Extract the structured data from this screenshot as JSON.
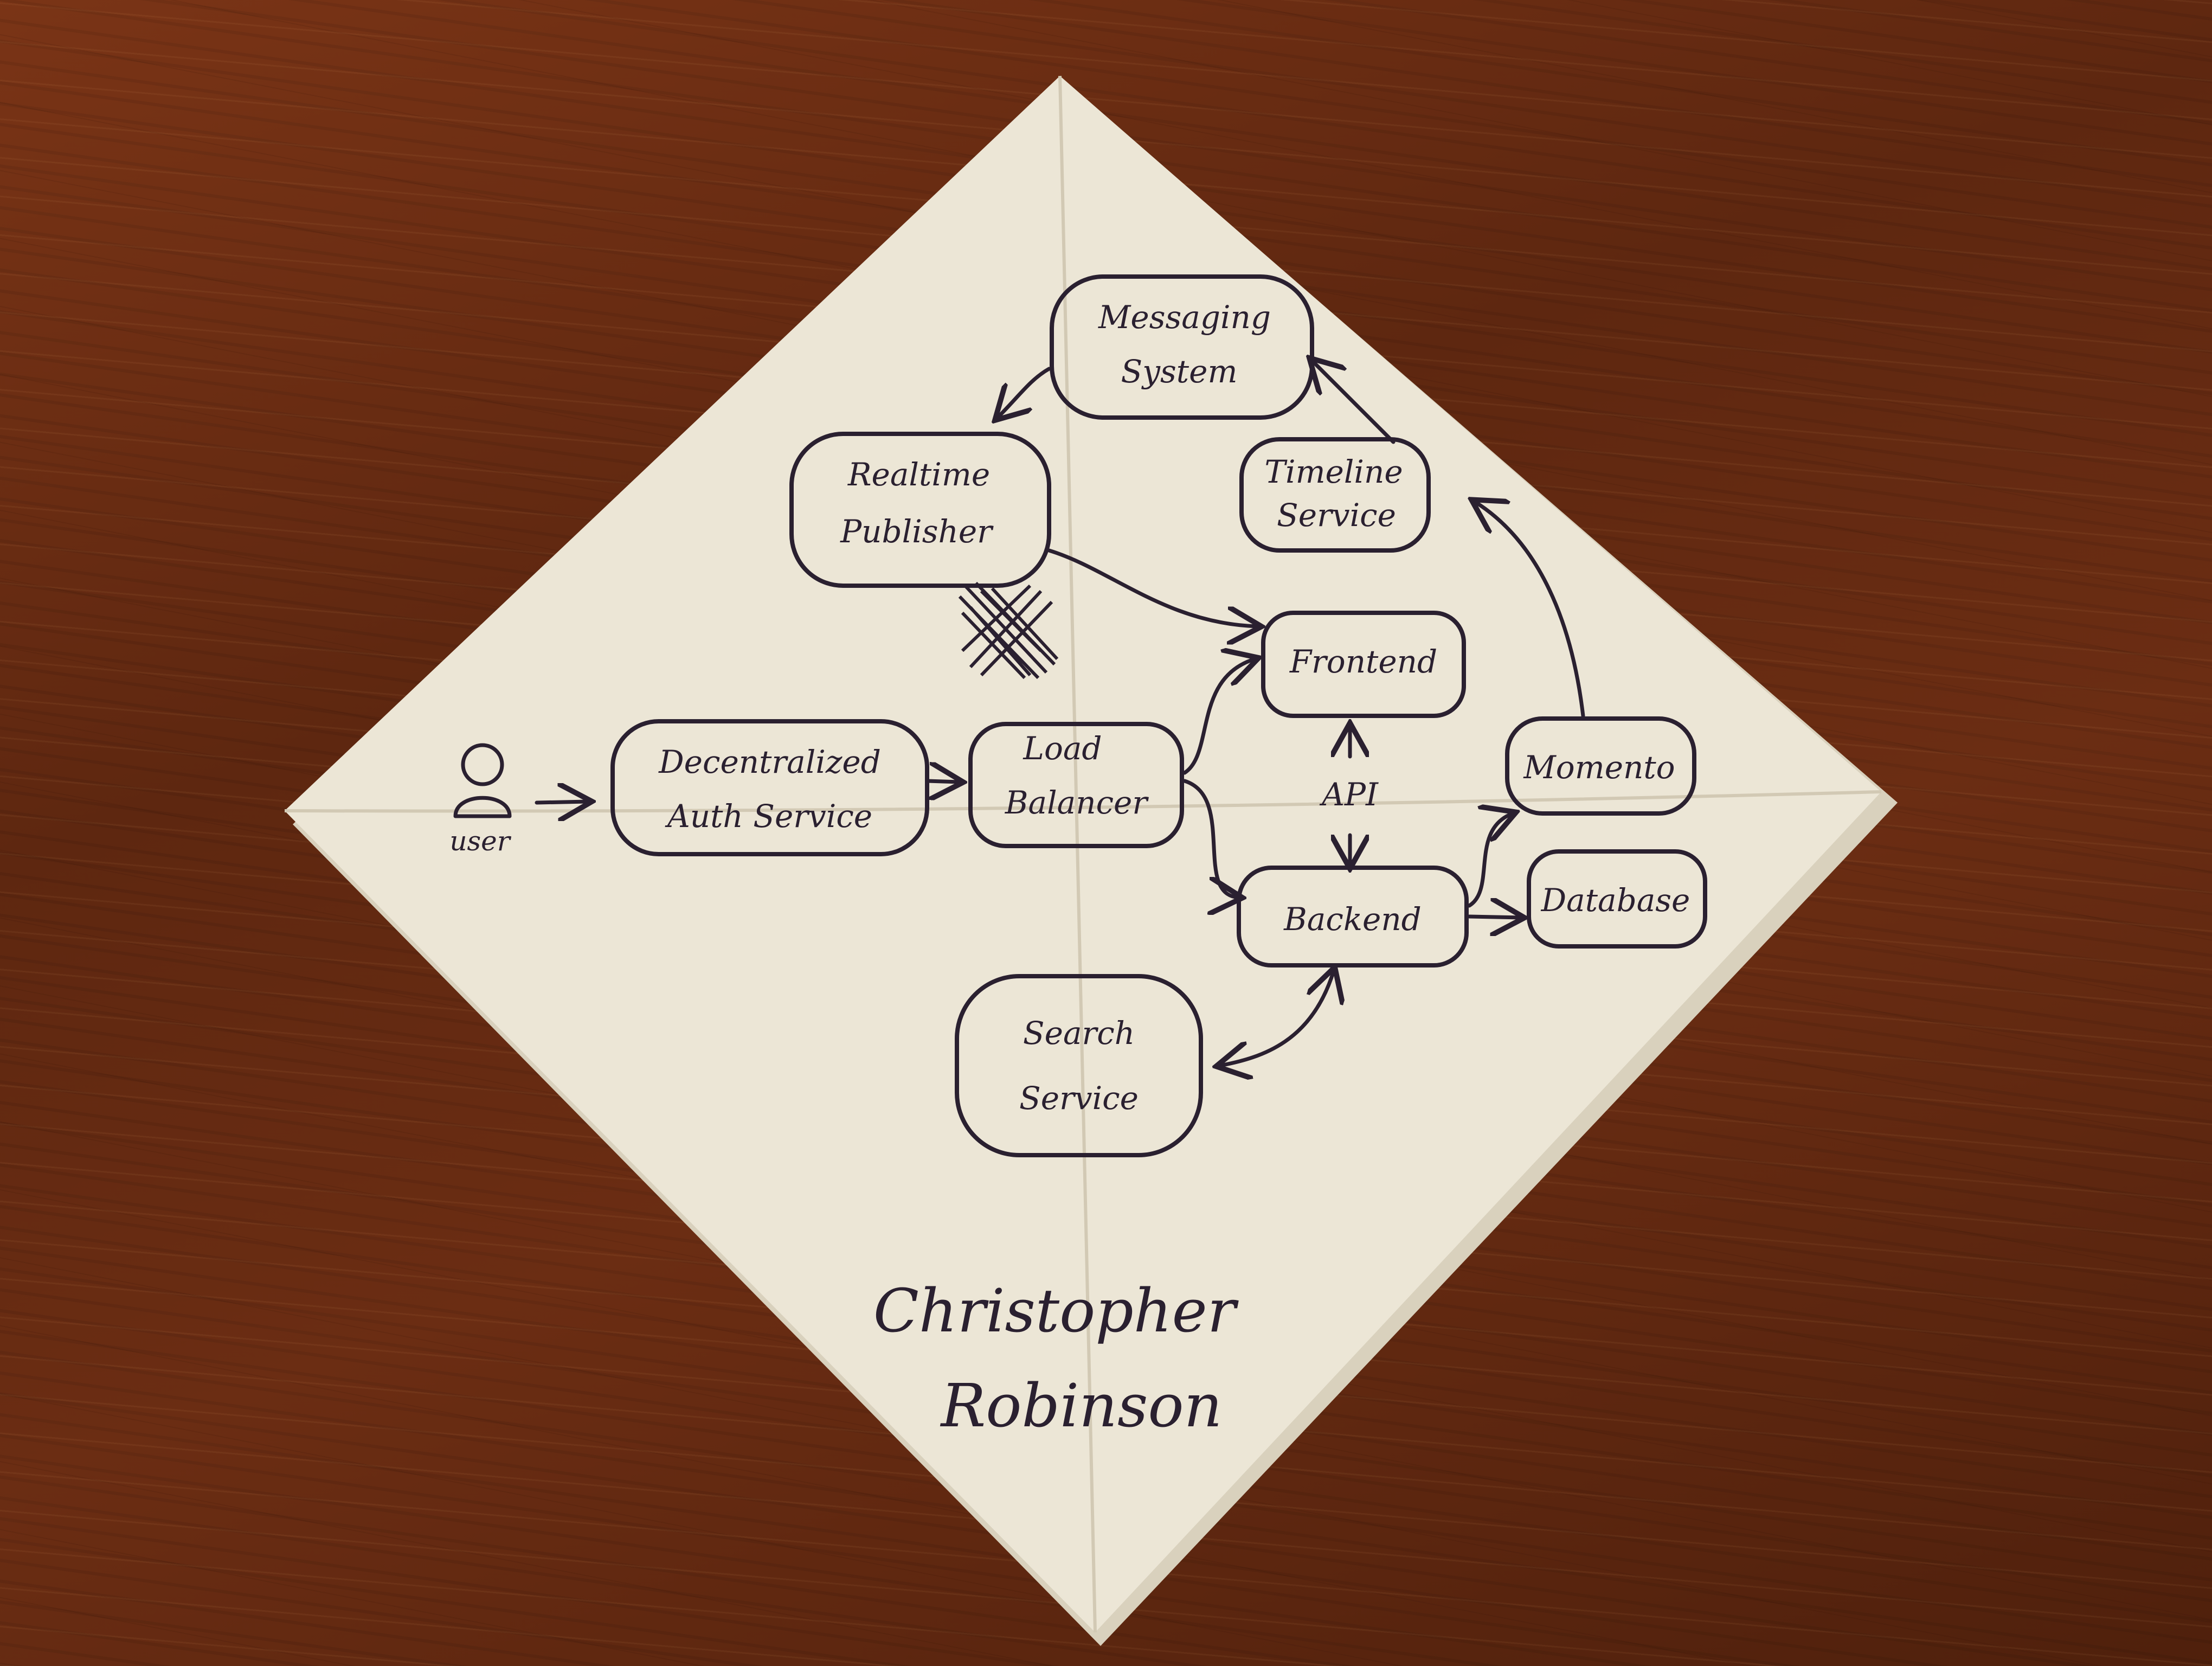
{
  "diagram": {
    "nodes": {
      "user": "user",
      "auth": [
        "Decentralized",
        "Auth Service"
      ],
      "load_balancer": [
        "Load",
        "Balancer"
      ],
      "frontend": "Frontend",
      "api": "API",
      "backend": "Backend",
      "momento": "Momento",
      "database": "Database",
      "timeline": [
        "Timeline",
        "Service"
      ],
      "messaging": [
        "Messaging",
        "System"
      ],
      "realtime": [
        "Realtime",
        "Publisher"
      ],
      "search": [
        "Search",
        "Service"
      ]
    },
    "edges": [
      {
        "from": "user",
        "to": "auth"
      },
      {
        "from": "auth",
        "to": "load_balancer"
      },
      {
        "from": "load_balancer",
        "to": "frontend"
      },
      {
        "from": "load_balancer",
        "to": "backend"
      },
      {
        "from": "api",
        "to": "frontend"
      },
      {
        "from": "api",
        "to": "backend"
      },
      {
        "from": "backend",
        "to": "database"
      },
      {
        "from": "backend",
        "to": "momento"
      },
      {
        "from": "momento",
        "to": "timeline"
      },
      {
        "from": "timeline",
        "to": "messaging"
      },
      {
        "from": "messaging",
        "to": "realtime"
      },
      {
        "from": "realtime",
        "to": "frontend"
      },
      {
        "from": "backend",
        "to": "search",
        "bidirectional": true
      }
    ]
  },
  "signature": {
    "line1": "Christopher",
    "line2": "Robinson"
  },
  "colors": {
    "ink": "#2a2030",
    "napkin": "#ece6d6",
    "table": "#6b2d13"
  },
  "icons": [
    "user-icon",
    "scribble-mark"
  ]
}
